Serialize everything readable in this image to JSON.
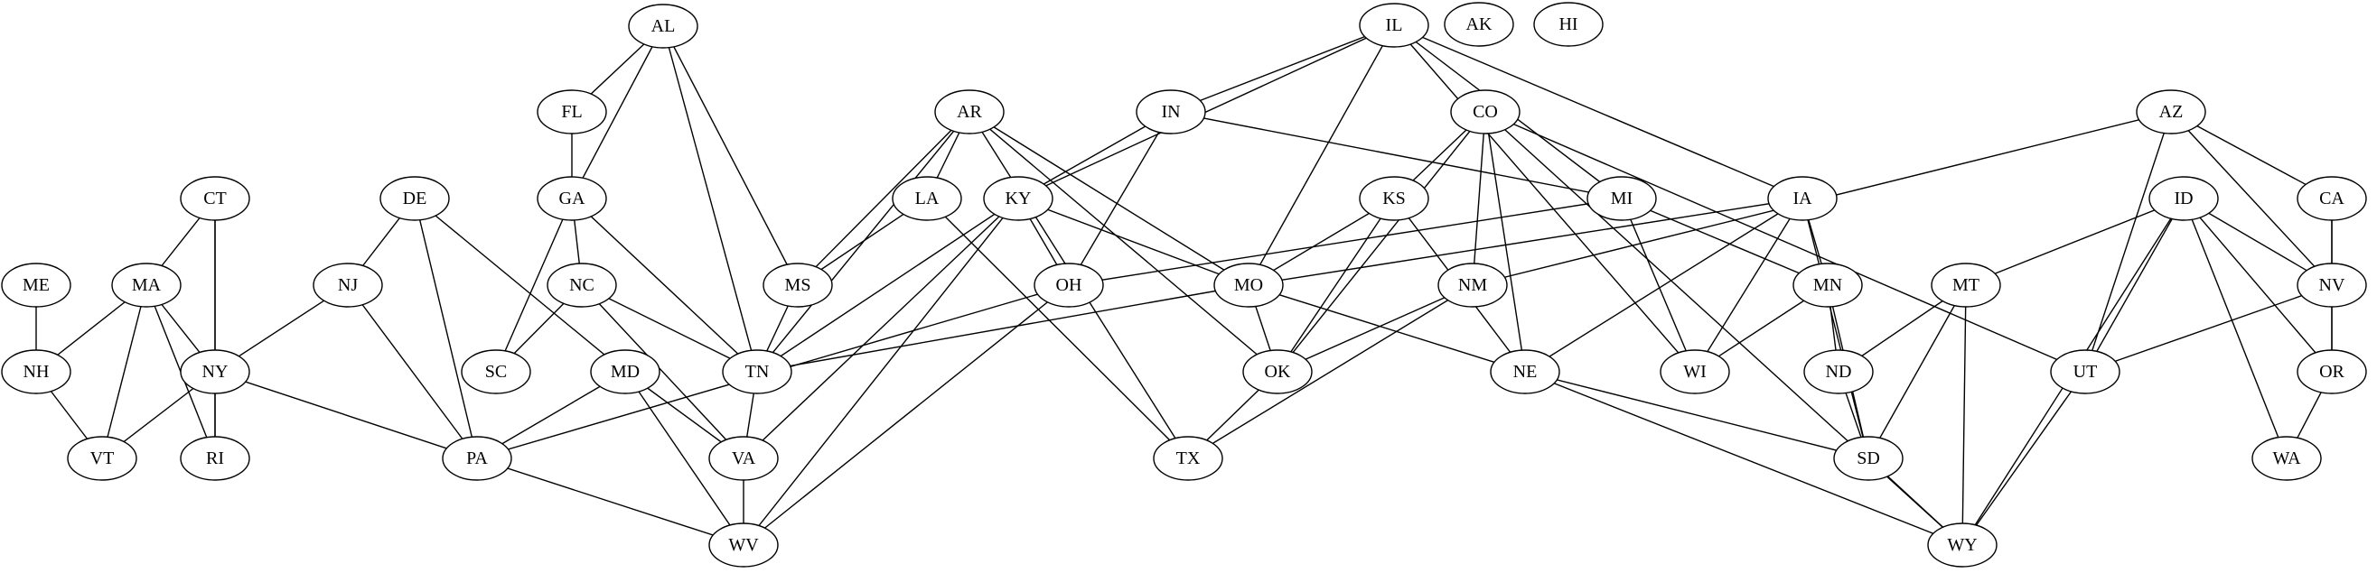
{
  "graph": {
    "nodes": [
      {
        "id": "AL",
        "label": "AL"
      },
      {
        "id": "AK",
        "label": "AK"
      },
      {
        "id": "HI",
        "label": "HI"
      },
      {
        "id": "IL",
        "label": "IL"
      },
      {
        "id": "FL",
        "label": "FL"
      },
      {
        "id": "GA",
        "label": "GA"
      },
      {
        "id": "AR",
        "label": "AR"
      },
      {
        "id": "IN",
        "label": "IN"
      },
      {
        "id": "CO",
        "label": "CO"
      },
      {
        "id": "AZ",
        "label": "AZ"
      },
      {
        "id": "CT",
        "label": "CT"
      },
      {
        "id": "DE",
        "label": "DE"
      },
      {
        "id": "LA",
        "label": "LA"
      },
      {
        "id": "KY",
        "label": "KY"
      },
      {
        "id": "KS",
        "label": "KS"
      },
      {
        "id": "MI",
        "label": "MI"
      },
      {
        "id": "IA",
        "label": "IA"
      },
      {
        "id": "ID",
        "label": "ID"
      },
      {
        "id": "CA",
        "label": "CA"
      },
      {
        "id": "ME",
        "label": "ME"
      },
      {
        "id": "MA",
        "label": "MA"
      },
      {
        "id": "NJ",
        "label": "NJ"
      },
      {
        "id": "NC",
        "label": "NC"
      },
      {
        "id": "MS",
        "label": "MS"
      },
      {
        "id": "OH",
        "label": "OH"
      },
      {
        "id": "MO",
        "label": "MO"
      },
      {
        "id": "NM",
        "label": "NM"
      },
      {
        "id": "MN",
        "label": "MN"
      },
      {
        "id": "MT",
        "label": "MT"
      },
      {
        "id": "NV",
        "label": "NV"
      },
      {
        "id": "NH",
        "label": "NH"
      },
      {
        "id": "NY",
        "label": "NY"
      },
      {
        "id": "SC",
        "label": "SC"
      },
      {
        "id": "MD",
        "label": "MD"
      },
      {
        "id": "TN",
        "label": "TN"
      },
      {
        "id": "OK",
        "label": "OK"
      },
      {
        "id": "NE",
        "label": "NE"
      },
      {
        "id": "WI",
        "label": "WI"
      },
      {
        "id": "ND",
        "label": "ND"
      },
      {
        "id": "UT",
        "label": "UT"
      },
      {
        "id": "OR",
        "label": "OR"
      },
      {
        "id": "VT",
        "label": "VT"
      },
      {
        "id": "RI",
        "label": "RI"
      },
      {
        "id": "PA",
        "label": "PA"
      },
      {
        "id": "VA",
        "label": "VA"
      },
      {
        "id": "TX",
        "label": "TX"
      },
      {
        "id": "SD",
        "label": "SD"
      },
      {
        "id": "WA",
        "label": "WA"
      },
      {
        "id": "WV",
        "label": "WV"
      },
      {
        "id": "WY",
        "label": "WY"
      }
    ],
    "edges": [
      [
        "AL",
        "FL"
      ],
      [
        "AL",
        "GA"
      ],
      [
        "AL",
        "TN"
      ],
      [
        "AL",
        "MS"
      ],
      [
        "FL",
        "GA"
      ],
      [
        "GA",
        "SC"
      ],
      [
        "GA",
        "NC"
      ],
      [
        "GA",
        "TN"
      ],
      [
        "IL",
        "IN"
      ],
      [
        "IL",
        "KY"
      ],
      [
        "IL",
        "MO"
      ],
      [
        "IL",
        "MI"
      ],
      [
        "IL",
        "IA"
      ],
      [
        "IL",
        "WI"
      ],
      [
        "AR",
        "LA"
      ],
      [
        "AR",
        "MS"
      ],
      [
        "AR",
        "TN"
      ],
      [
        "AR",
        "MO"
      ],
      [
        "AR",
        "OK"
      ],
      [
        "AR",
        "TX"
      ],
      [
        "IN",
        "KY"
      ],
      [
        "IN",
        "OH"
      ],
      [
        "IN",
        "MI"
      ],
      [
        "CO",
        "KS"
      ],
      [
        "CO",
        "NM"
      ],
      [
        "CO",
        "OK"
      ],
      [
        "CO",
        "NE"
      ],
      [
        "CO",
        "WY"
      ],
      [
        "CO",
        "UT"
      ],
      [
        "AZ",
        "NM"
      ],
      [
        "AZ",
        "UT"
      ],
      [
        "AZ",
        "CA"
      ],
      [
        "AZ",
        "NV"
      ],
      [
        "CT",
        "MA"
      ],
      [
        "CT",
        "NY"
      ],
      [
        "CT",
        "RI"
      ],
      [
        "DE",
        "NJ"
      ],
      [
        "DE",
        "PA"
      ],
      [
        "DE",
        "MD"
      ],
      [
        "LA",
        "MS"
      ],
      [
        "LA",
        "TX"
      ],
      [
        "KY",
        "OH"
      ],
      [
        "KY",
        "MO"
      ],
      [
        "KY",
        "TN"
      ],
      [
        "KY",
        "VA"
      ],
      [
        "KY",
        "WV"
      ],
      [
        "KS",
        "MO"
      ],
      [
        "KS",
        "OK"
      ],
      [
        "KS",
        "NE"
      ],
      [
        "MI",
        "OH"
      ],
      [
        "MI",
        "WI"
      ],
      [
        "MI",
        "MN"
      ],
      [
        "IA",
        "MO"
      ],
      [
        "IA",
        "MN"
      ],
      [
        "IA",
        "NE"
      ],
      [
        "IA",
        "WI"
      ],
      [
        "IA",
        "SD"
      ],
      [
        "ID",
        "MT"
      ],
      [
        "ID",
        "NV"
      ],
      [
        "ID",
        "UT"
      ],
      [
        "ID",
        "OR"
      ],
      [
        "ID",
        "WA"
      ],
      [
        "ID",
        "WY"
      ],
      [
        "CA",
        "NV"
      ],
      [
        "CA",
        "OR"
      ],
      [
        "ME",
        "NH"
      ],
      [
        "MA",
        "NH"
      ],
      [
        "MA",
        "NY"
      ],
      [
        "MA",
        "VT"
      ],
      [
        "MA",
        "RI"
      ],
      [
        "NJ",
        "NY"
      ],
      [
        "NJ",
        "PA"
      ],
      [
        "NC",
        "SC"
      ],
      [
        "NC",
        "TN"
      ],
      [
        "NC",
        "VA"
      ],
      [
        "MS",
        "TN"
      ],
      [
        "OH",
        "PA"
      ],
      [
        "OH",
        "WV"
      ],
      [
        "MO",
        "TN"
      ],
      [
        "MO",
        "OK"
      ],
      [
        "MO",
        "NE"
      ],
      [
        "NM",
        "OK"
      ],
      [
        "NM",
        "TX"
      ],
      [
        "MN",
        "WI"
      ],
      [
        "MN",
        "ND"
      ],
      [
        "MN",
        "SD"
      ],
      [
        "MT",
        "ND"
      ],
      [
        "MT",
        "SD"
      ],
      [
        "MT",
        "WY"
      ],
      [
        "NV",
        "UT"
      ],
      [
        "NV",
        "OR"
      ],
      [
        "NH",
        "VT"
      ],
      [
        "NY",
        "VT"
      ],
      [
        "NY",
        "RI"
      ],
      [
        "NY",
        "PA"
      ],
      [
        "MD",
        "PA"
      ],
      [
        "MD",
        "VA"
      ],
      [
        "MD",
        "WV"
      ],
      [
        "TN",
        "VA"
      ],
      [
        "OK",
        "TX"
      ],
      [
        "NE",
        "SD"
      ],
      [
        "NE",
        "WY"
      ],
      [
        "ND",
        "SD"
      ],
      [
        "UT",
        "WY"
      ],
      [
        "OR",
        "WA"
      ],
      [
        "PA",
        "WV"
      ],
      [
        "VA",
        "WV"
      ],
      [
        "SD",
        "WY"
      ]
    ]
  }
}
